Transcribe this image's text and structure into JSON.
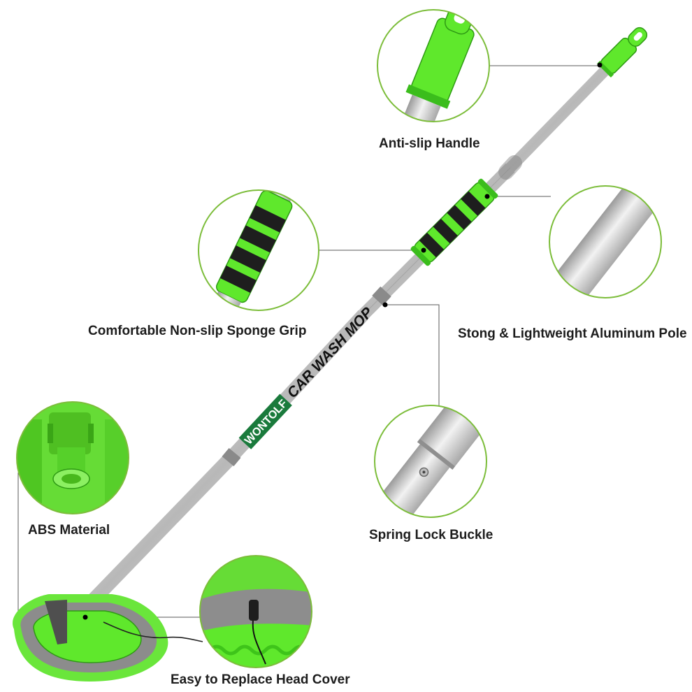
{
  "product": {
    "brand": "WONTOLF",
    "name": "CAR WASH MOP"
  },
  "callouts": {
    "handle": "Anti-slip Handle",
    "grip": "Comfortable Non-slip Sponge Grip",
    "pole": "Stong & Lightweight Aluminum Pole",
    "lock": "Spring Lock Buckle",
    "material": "ABS Material",
    "cover": "Easy to Replace Head Cover"
  },
  "colors": {
    "accent_green": "#5fe82c",
    "dark_green": "#2e9a14",
    "ring": "#7cbd3a",
    "aluminum": "#c9c9c9",
    "foam": "#1e1e1e",
    "brand_green": "#1a7a3c",
    "cover_grey": "#8d8d8d"
  }
}
